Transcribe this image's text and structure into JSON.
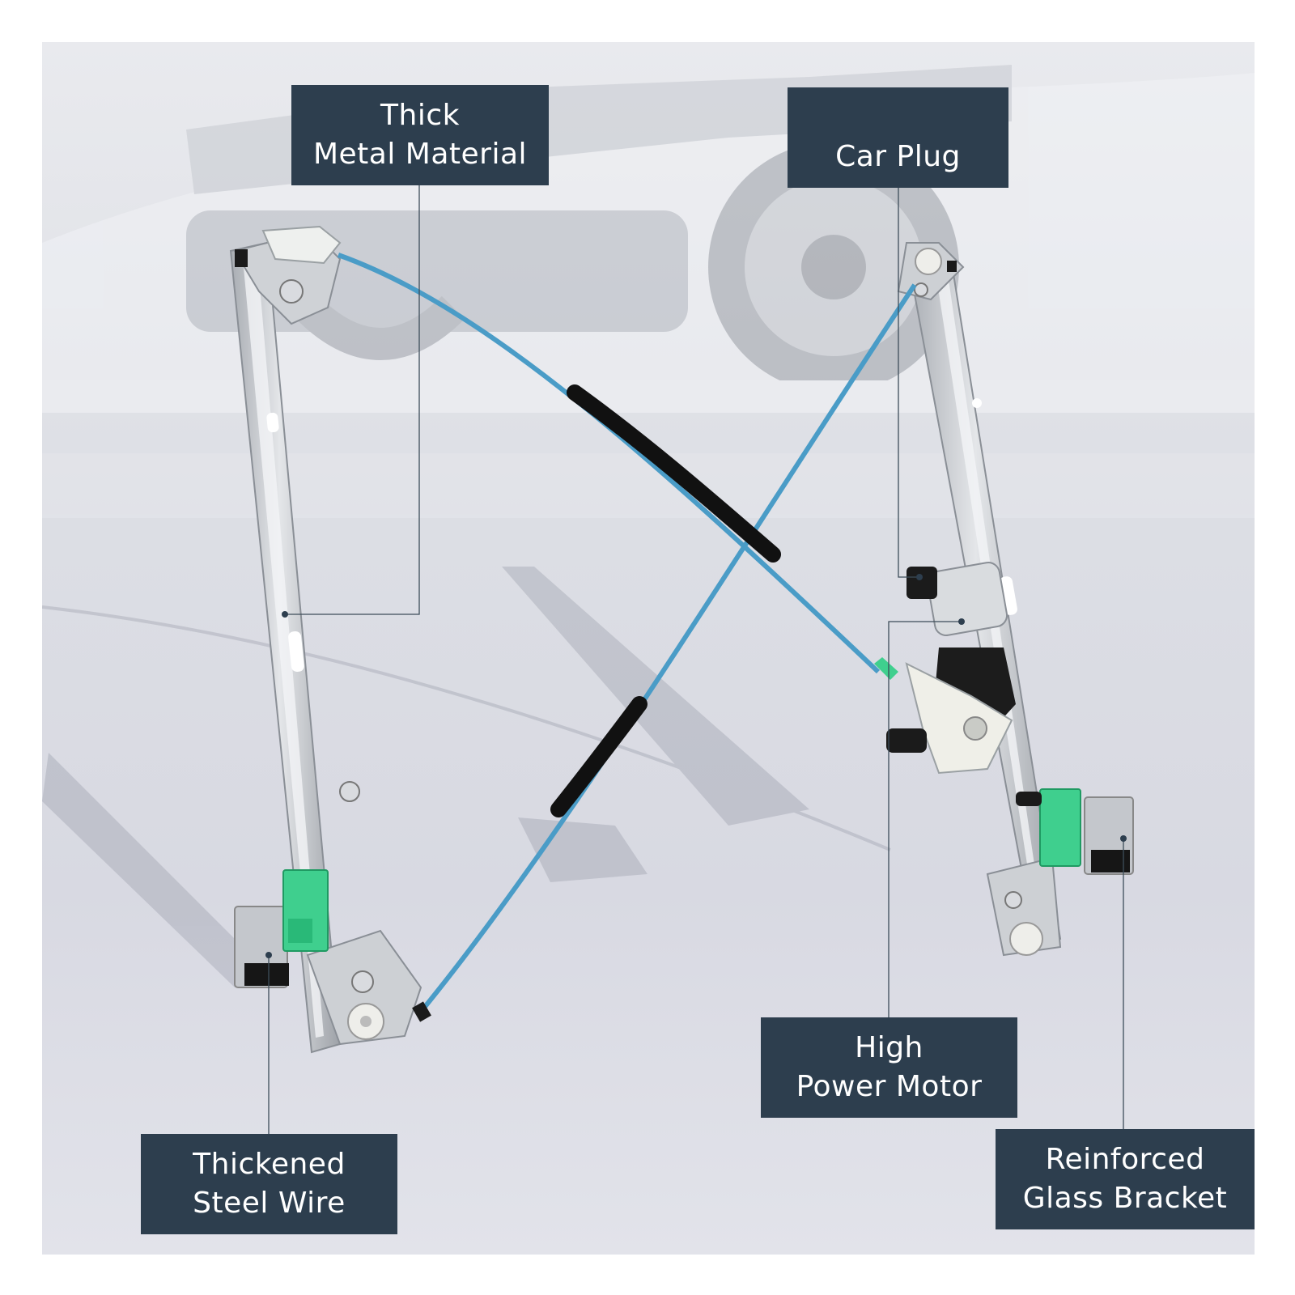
{
  "callouts": {
    "thick_metal": {
      "line1": "Thick",
      "line2": "Metal Material"
    },
    "car_plug": {
      "line1": "Car Plug"
    },
    "thickened_wire": {
      "line1": "Thickened",
      "line2": "Steel Wire"
    },
    "high_power_motor": {
      "line1": "High",
      "line2": "Power Motor"
    },
    "glass_bracket": {
      "line1": "Reinforced",
      "line2": "Glass Bracket"
    }
  },
  "colors": {
    "label_bg": "#2d3e4e",
    "label_text": "#ffffff",
    "cable": "#4a9cc7",
    "clip_green": "#3fcf8e",
    "rail_metal": "#c9cdd2"
  },
  "icons": [
    "car-background",
    "window-regulator-left-rail",
    "window-regulator-right-rail",
    "motor-icon"
  ]
}
